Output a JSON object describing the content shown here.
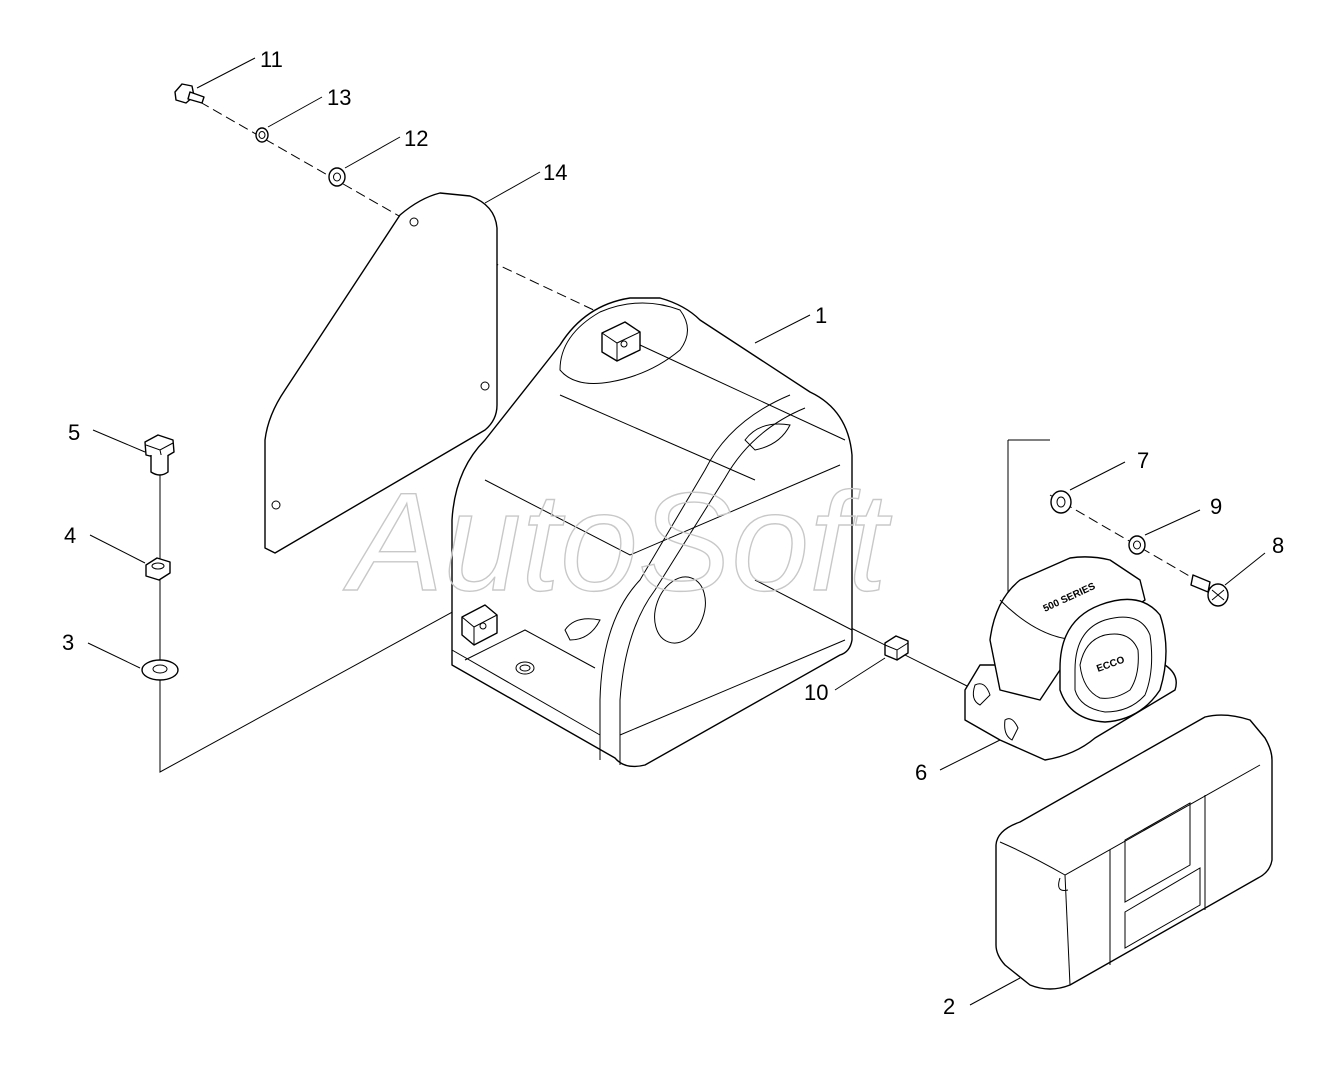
{
  "watermark": "AutoSoft",
  "colors": {
    "line": "#000000",
    "background": "#ffffff",
    "watermark": "#c8c8c8"
  },
  "callouts": [
    {
      "id": "1",
      "label": "1"
    },
    {
      "id": "2",
      "label": "2"
    },
    {
      "id": "3",
      "label": "3"
    },
    {
      "id": "4",
      "label": "4"
    },
    {
      "id": "5",
      "label": "5"
    },
    {
      "id": "6",
      "label": "6"
    },
    {
      "id": "7",
      "label": "7"
    },
    {
      "id": "8",
      "label": "8"
    },
    {
      "id": "9",
      "label": "9"
    },
    {
      "id": "10",
      "label": "10"
    },
    {
      "id": "11",
      "label": "11"
    },
    {
      "id": "12",
      "label": "12"
    },
    {
      "id": "13",
      "label": "13"
    },
    {
      "id": "14",
      "label": "14"
    }
  ],
  "alarm_label": {
    "line1": "ECCO",
    "line2": "500 SERIES"
  }
}
